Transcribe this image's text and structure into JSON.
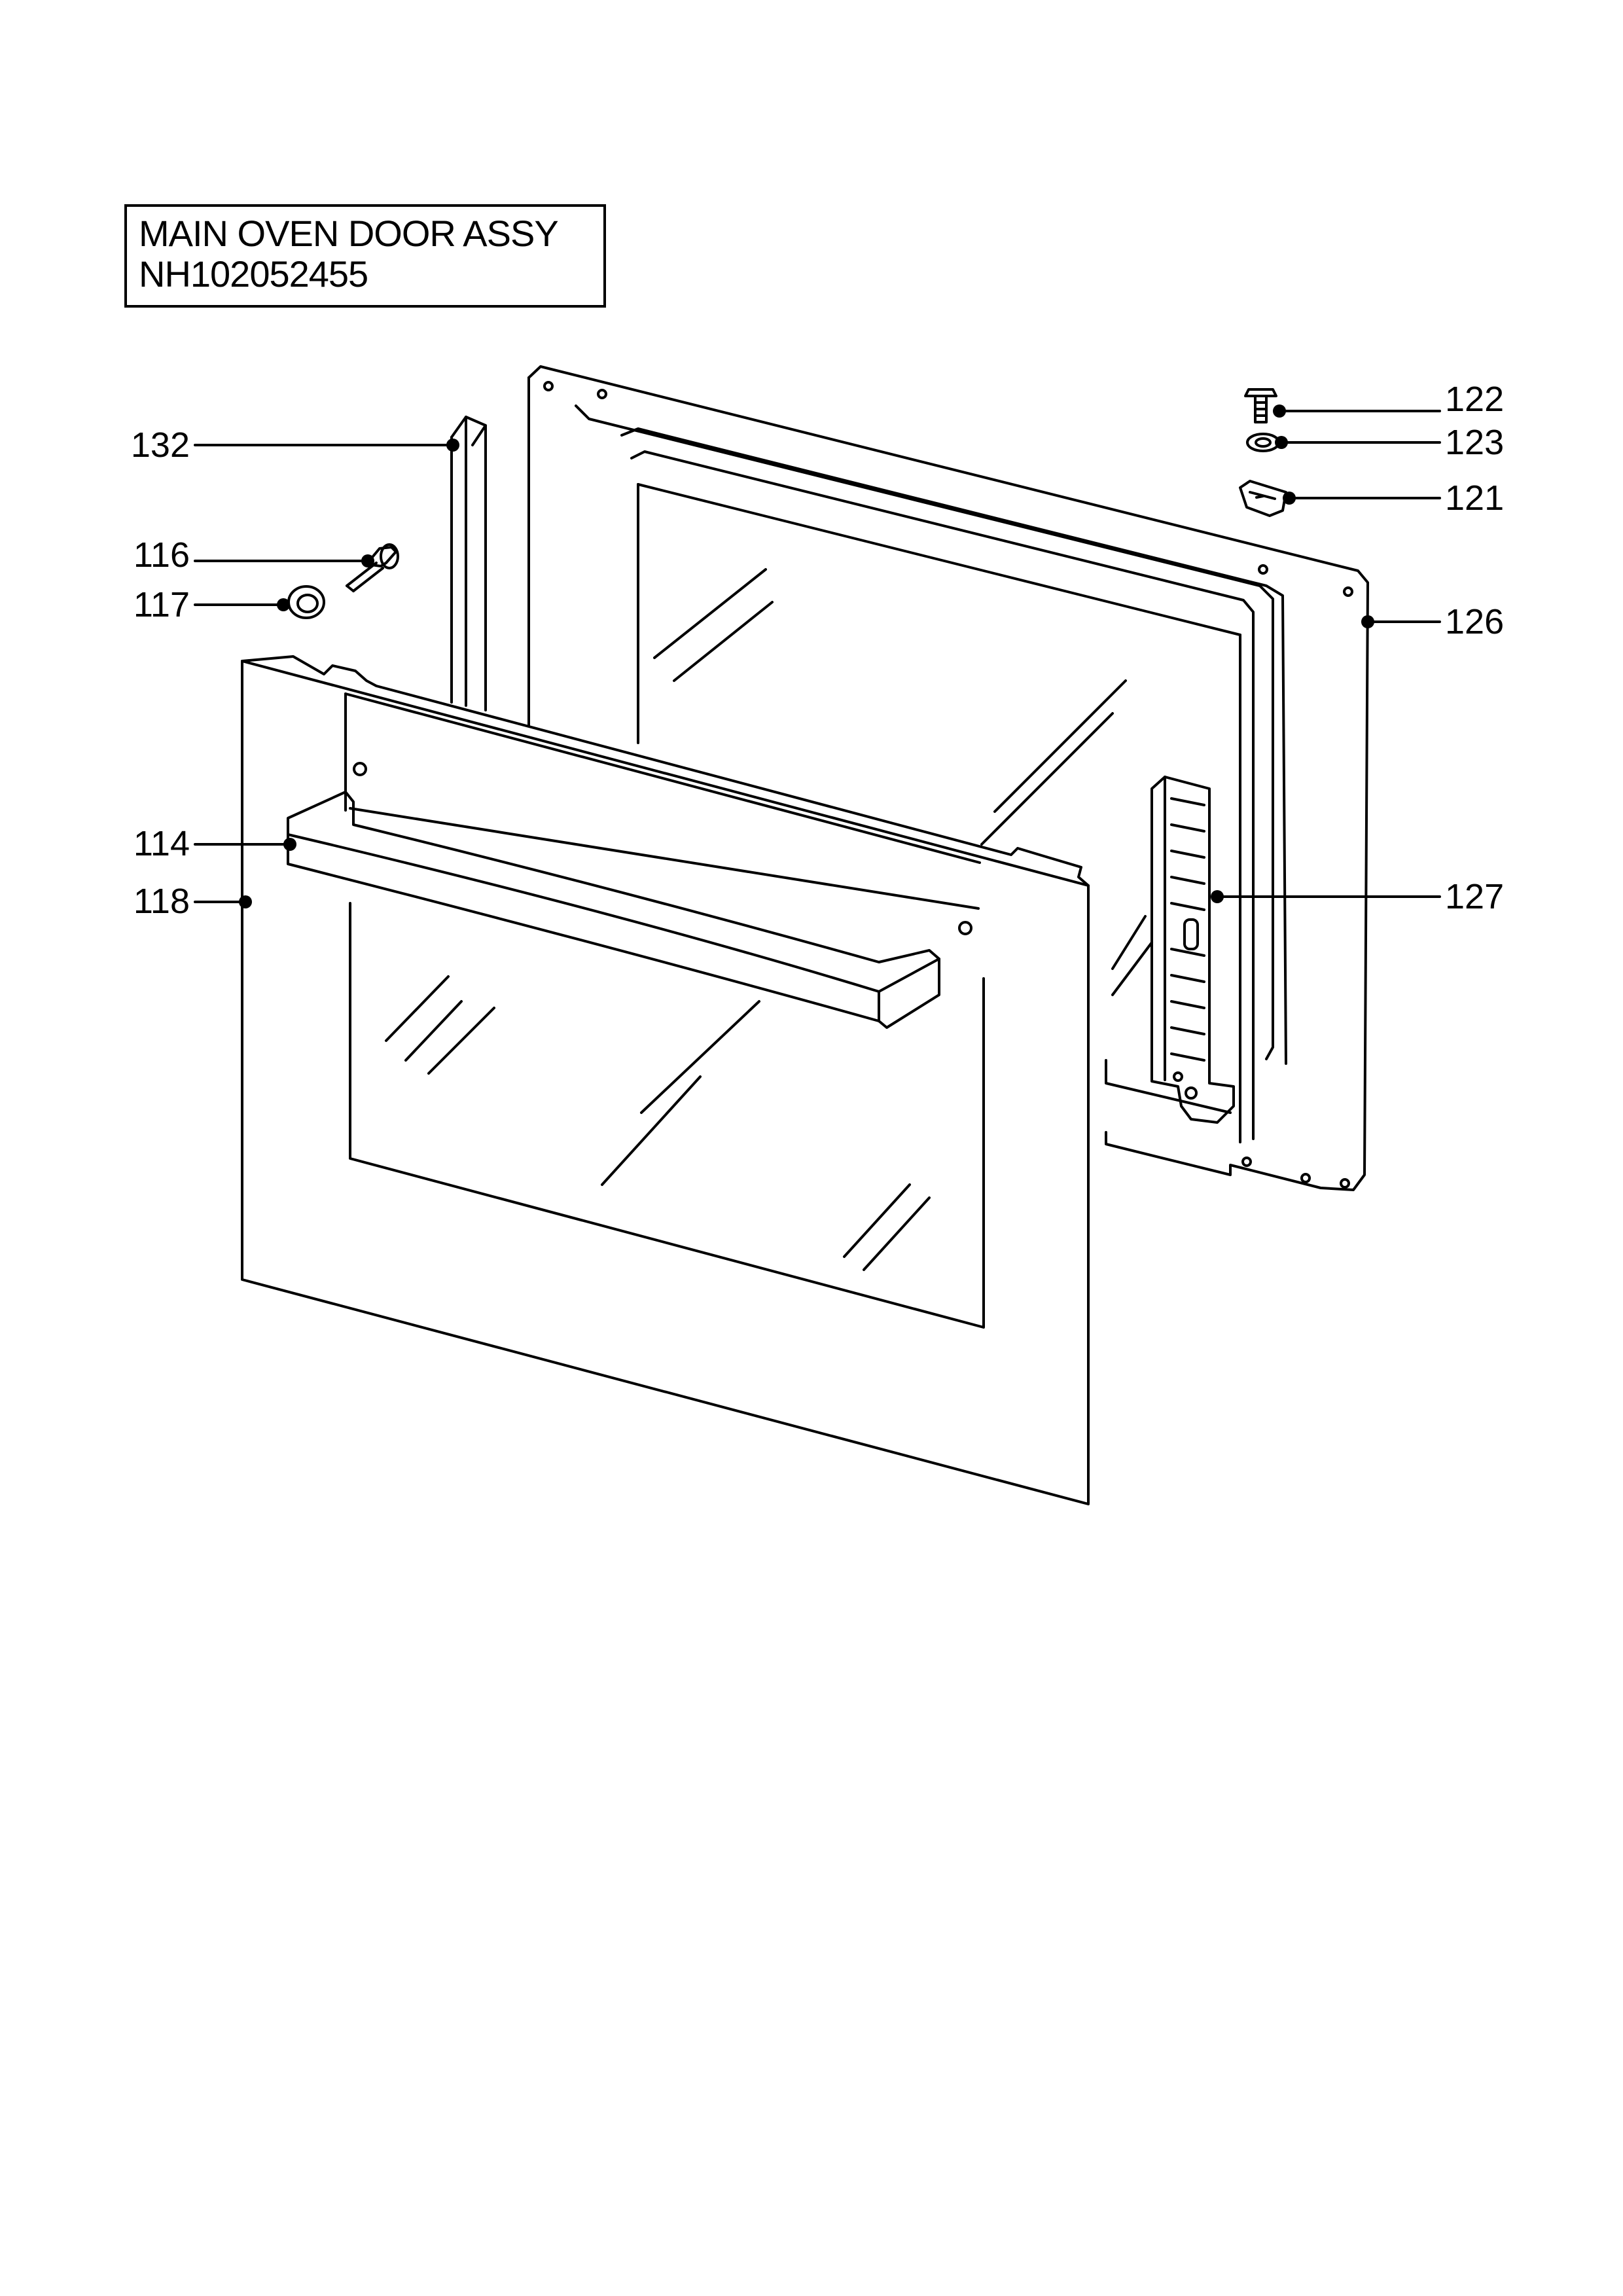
{
  "title": {
    "line1": "MAIN OVEN DOOR ASSY",
    "line2": "NH102052455"
  },
  "callouts": [
    {
      "id": "132",
      "label": "132"
    },
    {
      "id": "116",
      "label": "116"
    },
    {
      "id": "117",
      "label": "117"
    },
    {
      "id": "114",
      "label": "114"
    },
    {
      "id": "118",
      "label": "118"
    },
    {
      "id": "122",
      "label": "122"
    },
    {
      "id": "123",
      "label": "123"
    },
    {
      "id": "121",
      "label": "121"
    },
    {
      "id": "126",
      "label": "126"
    },
    {
      "id": "127",
      "label": "127"
    }
  ],
  "colors": {
    "ink": "#000000",
    "paper": "#ffffff"
  }
}
